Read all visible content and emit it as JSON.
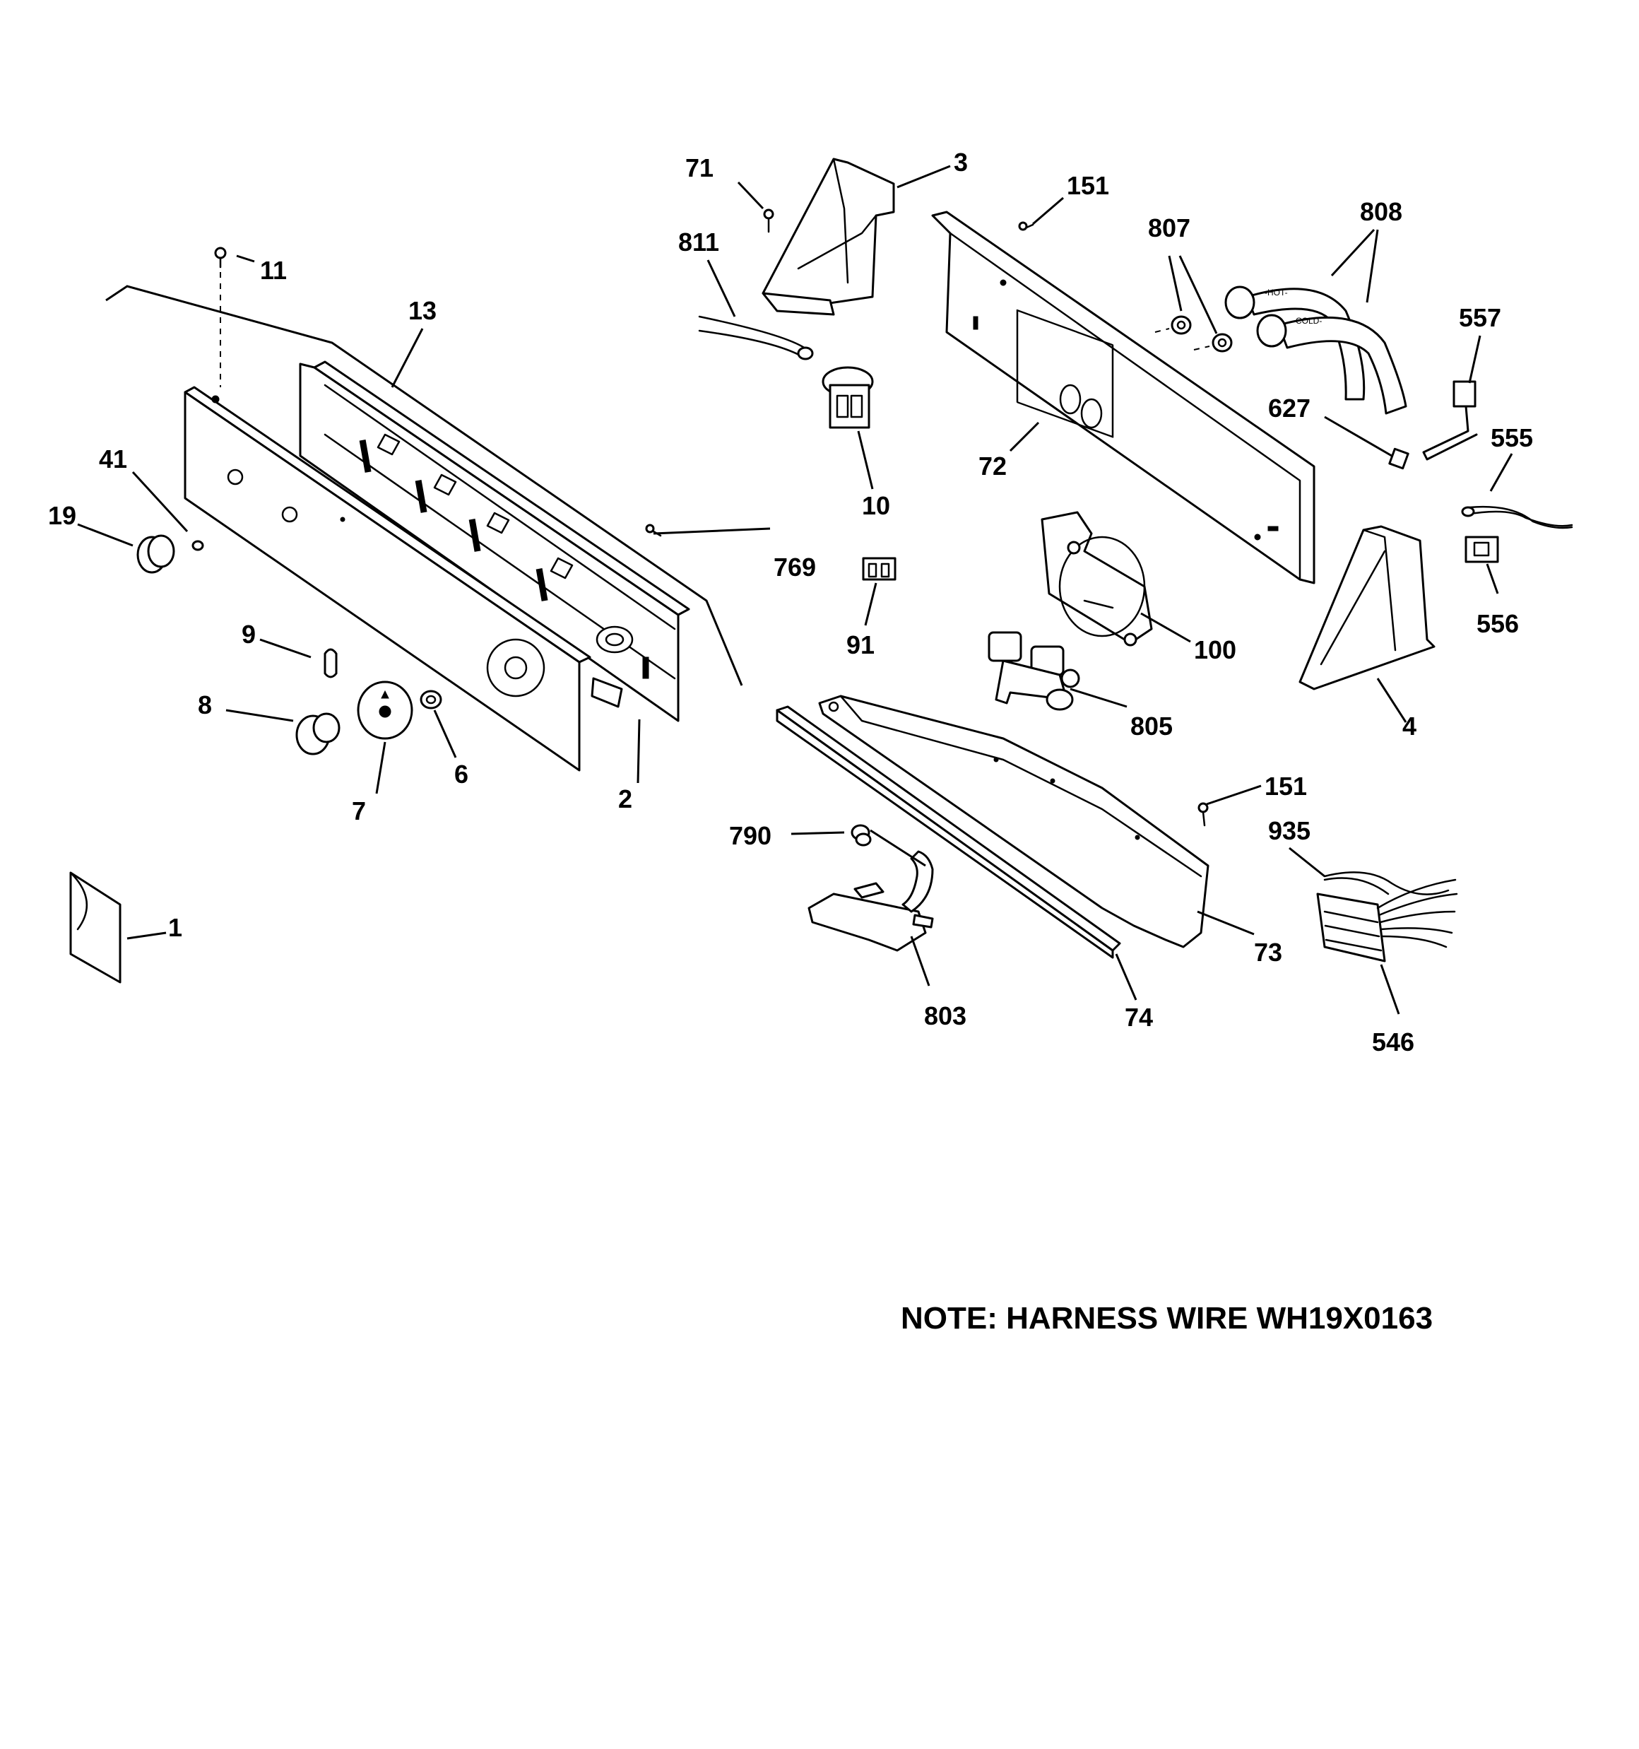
{
  "labels": {
    "p1": "1",
    "p2": "2",
    "p3": "3",
    "p4": "4",
    "p6": "6",
    "p7": "7",
    "p8": "8",
    "p9": "9",
    "p10": "10",
    "p11": "11",
    "p13": "13",
    "p19": "19",
    "p41": "41",
    "p71": "71",
    "p72": "72",
    "p73": "73",
    "p74": "74",
    "p91": "91",
    "p100": "100",
    "p151a": "151",
    "p151b": "151",
    "p546": "546",
    "p555": "555",
    "p556": "556",
    "p557": "557",
    "p627": "627",
    "p769": "769",
    "p790": "790",
    "p803": "803",
    "p805": "805",
    "p807": "807",
    "p808": "808",
    "p811": "811",
    "p935": "935"
  },
  "hose_marks": {
    "hot": "-HOT-",
    "cold": "-COLD-"
  },
  "note": "NOTE: HARNESS WIRE WH19X0163"
}
